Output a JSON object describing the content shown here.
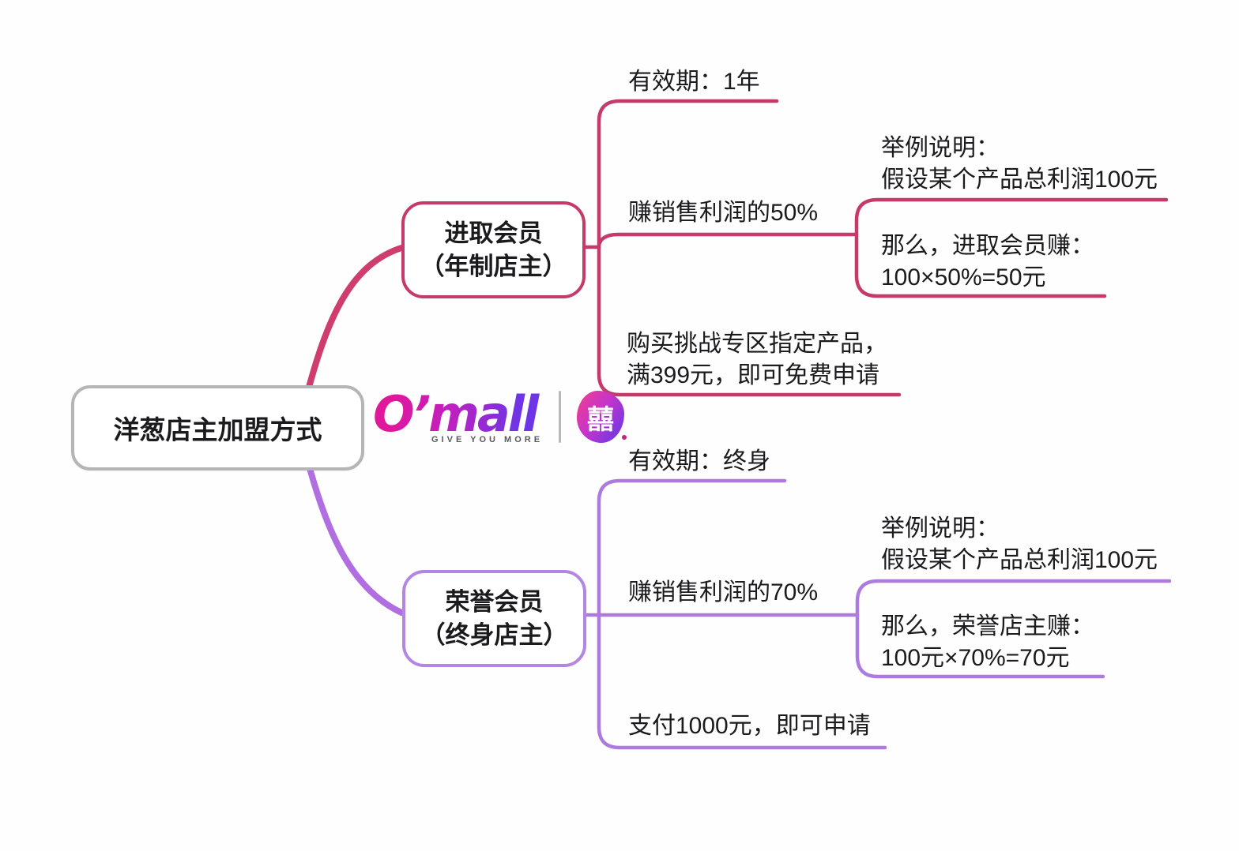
{
  "root": {
    "label": "洋葱店主加盟方式"
  },
  "logo": {
    "brand": "O’mall",
    "tagline": "GIVE YOU MORE",
    "badge": "囍"
  },
  "colors": {
    "annual_branch": "#c5396b",
    "annual_curve": "#ce3d6e",
    "lifetime_branch": "#ad7bdf",
    "lifetime_curve": "#b16ee0",
    "root_border": "#b5b5b8",
    "logo_gradient_start": "#e0189b",
    "logo_gradient_end": "#6d35e6"
  },
  "annual": {
    "node_line1": "进取会员",
    "node_line2": "（年制店主）",
    "validity": "有效期：1年",
    "profit": "赚销售利润的50%",
    "example_line1": "举例说明：",
    "example_line2": "假设某个产品总利润100元",
    "result_line1": "那么，进取会员赚：",
    "result_line2": "100×50%=50元",
    "apply_line1": "购买挑战专区指定产品，",
    "apply_line2": "满399元，即可免费申请"
  },
  "lifetime": {
    "node_line1": "荣誉会员",
    "node_line2": "（终身店主）",
    "validity": "有效期：终身",
    "profit": "赚销售利润的70%",
    "example_line1": "举例说明：",
    "example_line2": "假设某个产品总利润100元",
    "result_line1": "那么，荣誉店主赚：",
    "result_line2": "100元×70%=70元",
    "apply": "支付1000元，即可申请"
  }
}
